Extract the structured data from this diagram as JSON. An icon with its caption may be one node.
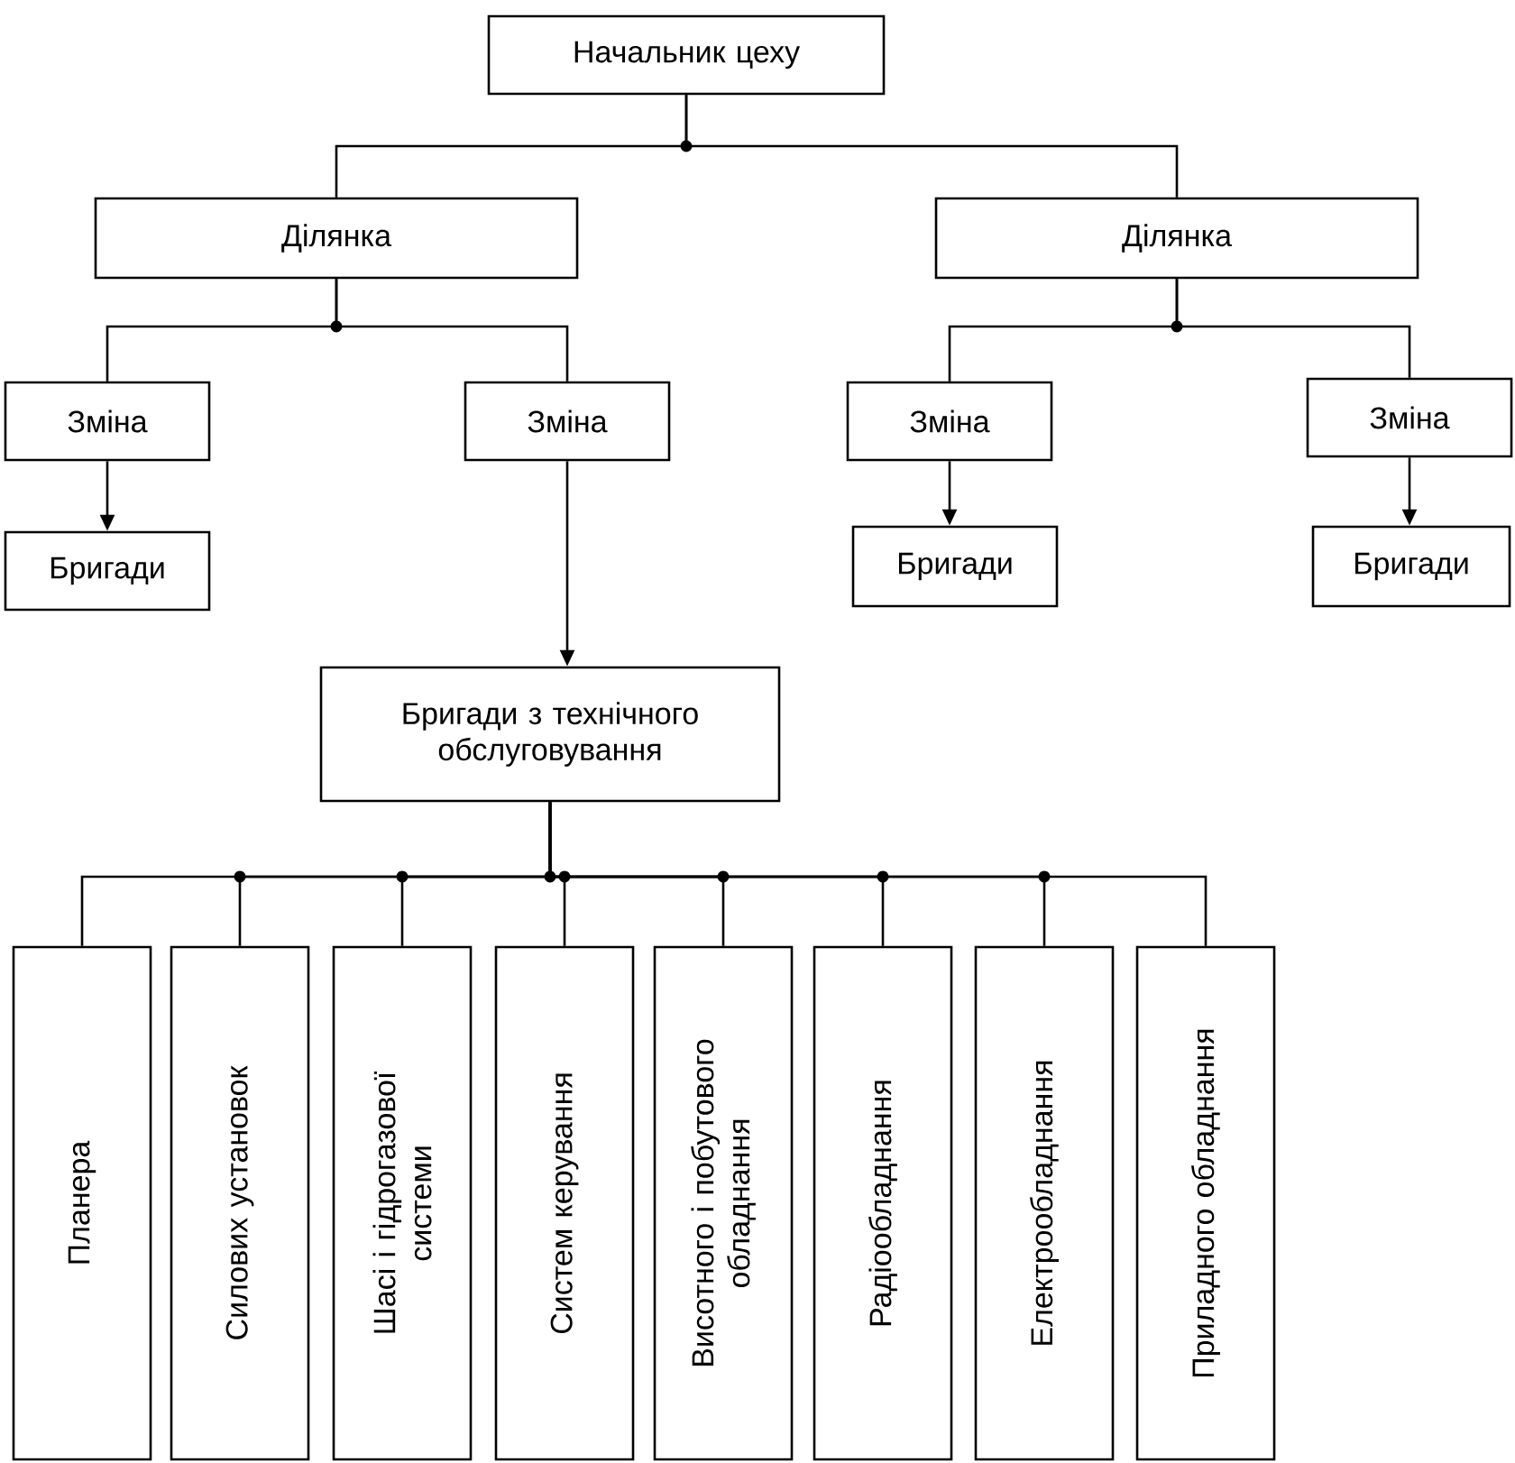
{
  "diagram": {
    "nodes": [
      {
        "text": [
          "Начальник цеху"
        ]
      },
      {
        "text": [
          "Ділянка"
        ]
      },
      {
        "text": [
          "Ділянка"
        ]
      },
      {
        "text": [
          "Зміна"
        ]
      },
      {
        "text": [
          "Зміна"
        ]
      },
      {
        "text": [
          "Зміна"
        ]
      },
      {
        "text": [
          "Зміна"
        ]
      },
      {
        "text": [
          "Бригади"
        ]
      },
      {
        "text": [
          "Бригади"
        ]
      },
      {
        "text": [
          "Бригади"
        ]
      },
      {
        "text": [
          "Бригади з технічного обслуговування"
        ]
      },
      {
        "text": [
          "Планера"
        ]
      },
      {
        "text": [
          "Силових установок"
        ]
      },
      {
        "text": [
          "Шасі і гідрогазової системи"
        ]
      },
      {
        "text": [
          "Систем керування"
        ]
      },
      {
        "text": [
          "Висотного і побутового обладнання"
        ]
      },
      {
        "text": [
          "Радіообладнання"
        ]
      },
      {
        "text": [
          "Електрообладнання"
        ]
      },
      {
        "text": [
          "Приладного обладнання"
        ]
      }
    ],
    "edges": [
      {
        "from": 0,
        "to": 1,
        "arrow": "none"
      },
      {
        "from": 0,
        "to": 2,
        "arrow": "none"
      },
      {
        "from": 1,
        "to": 3,
        "arrow": "none"
      },
      {
        "from": 1,
        "to": 4,
        "arrow": "none"
      },
      {
        "from": 2,
        "to": 5,
        "arrow": "none"
      },
      {
        "from": 2,
        "to": 6,
        "arrow": "none"
      },
      {
        "from": 3,
        "to": 7,
        "arrow": "to"
      },
      {
        "from": 4,
        "to": 10,
        "arrow": "to"
      },
      {
        "from": 5,
        "to": 8,
        "arrow": "to"
      },
      {
        "from": 6,
        "to": 9,
        "arrow": "to"
      },
      {
        "from": 10,
        "to": 11,
        "arrow": "none"
      },
      {
        "from": 10,
        "to": 12,
        "arrow": "none"
      },
      {
        "from": 10,
        "to": 13,
        "arrow": "none"
      },
      {
        "from": 10,
        "to": 14,
        "arrow": "none"
      },
      {
        "from": 10,
        "to": 15,
        "arrow": "none"
      },
      {
        "from": 10,
        "to": 16,
        "arrow": "none"
      },
      {
        "from": 10,
        "to": 17,
        "arrow": "none"
      },
      {
        "from": 10,
        "to": 18,
        "arrow": "none"
      }
    ]
  }
}
